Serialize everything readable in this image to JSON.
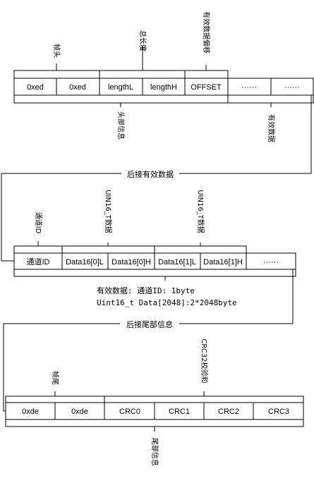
{
  "header": {
    "cells": [
      "0xed",
      "0xed",
      "lengthL",
      "lengthH",
      "OFFSET",
      "······",
      "······"
    ],
    "brace_above": [
      "帧头",
      "总长度",
      "有效数据偏移"
    ],
    "brace_below": [
      "头部信息",
      "有效数据"
    ]
  },
  "connector1": {
    "label": "后接有效数据"
  },
  "payload": {
    "cells": [
      "通道ID",
      "Data16[0]L",
      "Data16[0]H",
      "Data16[1]L",
      "Data16[1]H",
      "······"
    ],
    "brace_above": [
      "通道ID",
      "UIN16_T数据",
      "UIN16_T数据"
    ],
    "notes": [
      "有效数据: 通道ID: 1byte",
      "Uint16_t Data[2048]:2*2048byte"
    ]
  },
  "connector2": {
    "label": "后接尾部信息"
  },
  "tail": {
    "cells": [
      "0xde",
      "0xde",
      "CRC0",
      "CRC1",
      "CRC2",
      "CRC3"
    ],
    "brace_above": [
      "帧尾",
      "CRC32校验和"
    ],
    "brace_below": [
      "尾部信息"
    ]
  },
  "colors": {
    "stroke": "#000000",
    "background": "#ffffff"
  }
}
